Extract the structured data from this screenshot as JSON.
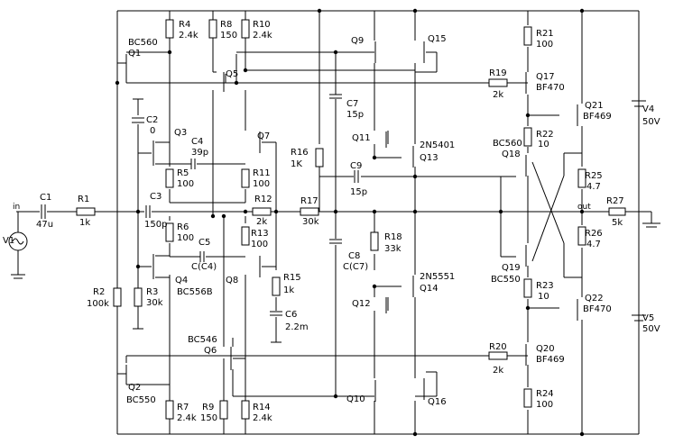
{
  "components": {
    "Q1": {
      "name": "Q1",
      "part": "BC560"
    },
    "Q2": {
      "name": "Q2",
      "part": "BC550"
    },
    "Q3": {
      "name": "Q3"
    },
    "Q4": {
      "name": "Q4",
      "part": "BC556B"
    },
    "Q5": {
      "name": "Q5"
    },
    "Q6": {
      "name": "Q6",
      "part": "BC546"
    },
    "Q7": {
      "name": "Q7"
    },
    "Q8": {
      "name": "Q8"
    },
    "Q9": {
      "name": "Q9"
    },
    "Q10": {
      "name": "Q10"
    },
    "Q11": {
      "name": "Q11"
    },
    "Q12": {
      "name": "Q12"
    },
    "Q13": {
      "name": "Q13",
      "part": "2N5401"
    },
    "Q14": {
      "name": "Q14",
      "part": "2N5551"
    },
    "Q15": {
      "name": "Q15"
    },
    "Q16": {
      "name": "Q16"
    },
    "Q17": {
      "name": "Q17",
      "part": "BF470"
    },
    "Q18": {
      "name": "Q18",
      "part": "BC560"
    },
    "Q19": {
      "name": "Q19",
      "part": "BC550"
    },
    "Q20": {
      "name": "Q20",
      "part": "BF469"
    },
    "Q21": {
      "name": "Q21",
      "part": "BF469"
    },
    "Q22": {
      "name": "Q22",
      "part": "BF470"
    },
    "R1": {
      "name": "R1",
      "value": "1k"
    },
    "R2": {
      "name": "R2",
      "value": "100k"
    },
    "R3": {
      "name": "R3",
      "value": "30k"
    },
    "R4": {
      "name": "R4",
      "value": "2.4k"
    },
    "R5": {
      "name": "R5",
      "value": "100"
    },
    "R6": {
      "name": "R6",
      "value": "100"
    },
    "R7": {
      "name": "R7",
      "value": "2.4k"
    },
    "R8": {
      "name": "R8",
      "value": "150"
    },
    "R9": {
      "name": "R9",
      "value": "150"
    },
    "R10": {
      "name": "R10",
      "value": "2.4k"
    },
    "R11": {
      "name": "R11",
      "value": "100"
    },
    "R12": {
      "name": "R12",
      "value": "2k"
    },
    "R13": {
      "name": "R13",
      "value": "100"
    },
    "R14": {
      "name": "R14",
      "value": "2.4k"
    },
    "R15": {
      "name": "R15",
      "value": "1k"
    },
    "R16": {
      "name": "R16",
      "value": "1K"
    },
    "R17": {
      "name": "R17",
      "value": "30k"
    },
    "R18": {
      "name": "R18",
      "value": "33k"
    },
    "R19": {
      "name": "R19",
      "value": "2k"
    },
    "R20": {
      "name": "R20",
      "value": "2k"
    },
    "R21": {
      "name": "R21",
      "value": "100"
    },
    "R22": {
      "name": "R22",
      "value": "10"
    },
    "R23": {
      "name": "R23",
      "value": "10"
    },
    "R24": {
      "name": "R24",
      "value": "100"
    },
    "R25": {
      "name": "R25",
      "value": "4.7"
    },
    "R26": {
      "name": "R26",
      "value": "4.7"
    },
    "R27": {
      "name": "R27",
      "value": "5k"
    },
    "C1": {
      "name": "C1",
      "value": "47u"
    },
    "C2": {
      "name": "C2",
      "value": "0"
    },
    "C3": {
      "name": "C3",
      "value": "150p"
    },
    "C4": {
      "name": "C4",
      "value": "39p"
    },
    "C5": {
      "name": "C5",
      "value": "C(C4)"
    },
    "C6": {
      "name": "C6",
      "value": "2.2m"
    },
    "C7": {
      "name": "C7",
      "value": "15p"
    },
    "C8": {
      "name": "C8",
      "value": "C(C7)"
    },
    "C9": {
      "name": "C9",
      "value": "15p"
    },
    "V1": {
      "name": "V1"
    },
    "V4": {
      "name": "V4",
      "value": "50V"
    },
    "V5": {
      "name": "V5",
      "value": "50V"
    }
  },
  "nodes": {
    "input": "in",
    "output": "out"
  }
}
